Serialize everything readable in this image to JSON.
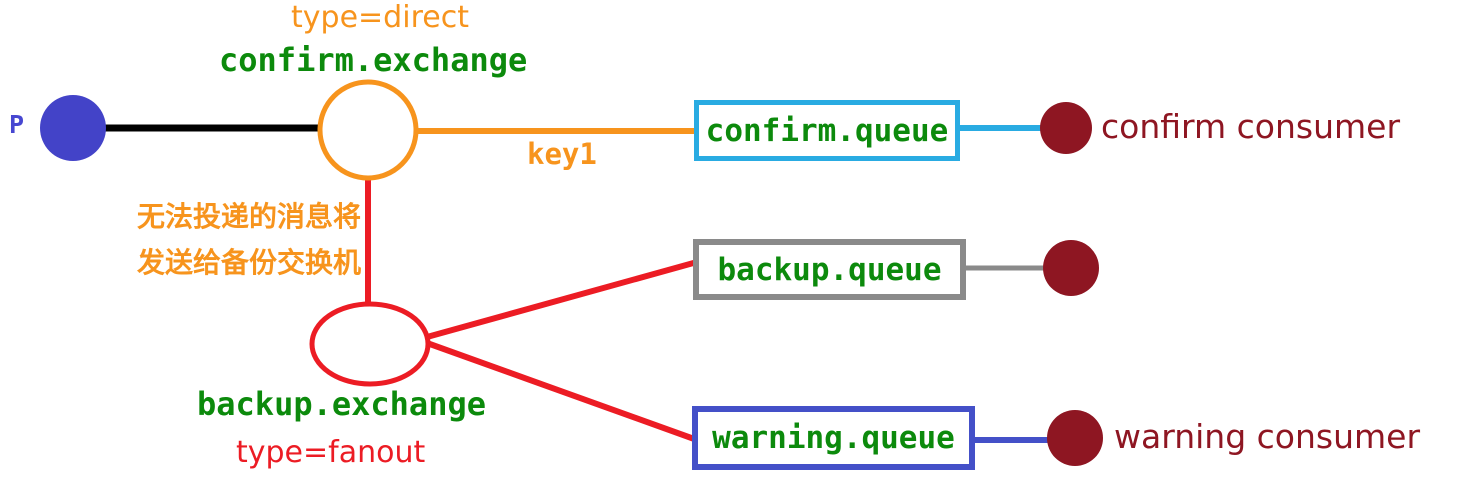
{
  "diagram_title": "rabbitmq-backup-exchange-diagram",
  "colors": {
    "orange": "#F7941D",
    "green": "#0C8A0C",
    "red": "#EC1C24",
    "cyan": "#29ABE2",
    "gray": "#8A8A8A",
    "blue": "#4450C8",
    "producer_blue": "#4343C8",
    "maroon": "#8E1622",
    "black": "#000000"
  },
  "producer": {
    "label": "P"
  },
  "exchanges": [
    {
      "id": "confirm",
      "name": "confirm.exchange",
      "type_label": "type=direct",
      "shape": "orange-circle"
    },
    {
      "id": "backup",
      "name": "backup.exchange",
      "type_label": "type=fanout",
      "shape": "red-ellipse"
    }
  ],
  "binding": {
    "key_label": "key1"
  },
  "note": {
    "line1": "无法投递的消息将",
    "line2": "发送给备份交换机"
  },
  "queues": [
    {
      "name": "confirm.queue",
      "border_color": "#29ABE2"
    },
    {
      "name": "backup.queue",
      "border_color": "#8A8A8A"
    },
    {
      "name": "warning.queue",
      "border_color": "#4450C8"
    }
  ],
  "consumers": [
    {
      "label": "confirm consumer"
    },
    {
      "label": ""
    },
    {
      "label": "warning consumer"
    }
  ]
}
